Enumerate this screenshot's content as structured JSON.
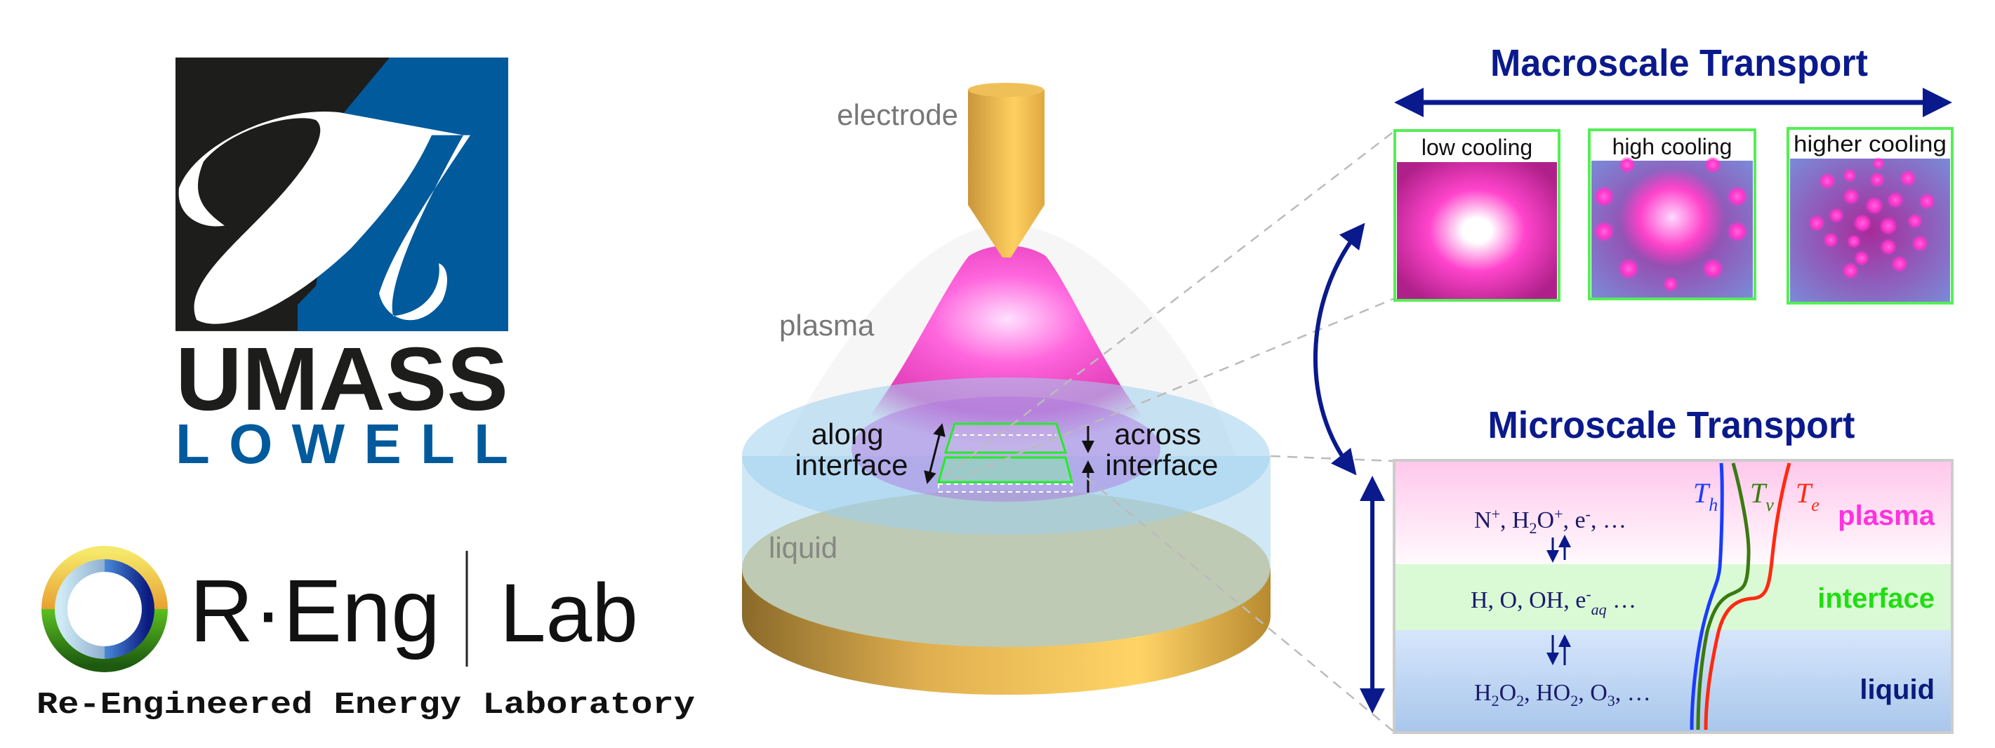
{
  "logos": {
    "umass": {
      "line1": "UMASS",
      "line2": "LOWELL",
      "black": "#1d1d1b",
      "blue": "#005a9c"
    },
    "reng": {
      "name": "R·Eng",
      "lab": "Lab",
      "subtitle": "Re-Engineered Energy Laboratory"
    }
  },
  "schematic": {
    "electrode_label": "electrode",
    "plasma_label": "plasma",
    "liquid_label": "liquid",
    "along_label": [
      "along",
      "interface"
    ],
    "across_label": [
      "across",
      "interface"
    ]
  },
  "macroscale": {
    "title": "Macroscale Transport",
    "panels": [
      {
        "label": "low cooling"
      },
      {
        "label": "high cooling"
      },
      {
        "label": "higher cooling"
      }
    ]
  },
  "microscale": {
    "title": "Microscale Transport",
    "regions": [
      {
        "label": "plasma",
        "color": "#ff33dd",
        "species": [
          [
            "N",
            ""
          ],
          [
            "+",
            "sup"
          ],
          [
            ", H",
            ""
          ],
          [
            "2",
            "sub"
          ],
          [
            "O",
            ""
          ],
          [
            "+",
            "sup"
          ],
          [
            ", e",
            ""
          ],
          [
            "-",
            "sup"
          ],
          [
            ", …",
            ""
          ]
        ]
      },
      {
        "label": "interface",
        "color": "#22dd11",
        "species": [
          [
            "H, O, OH, e",
            ""
          ],
          [
            "-",
            "sup"
          ],
          [
            "aq",
            "subi"
          ],
          [
            " …",
            ""
          ]
        ]
      },
      {
        "label": "liquid",
        "color": "#0a1a7c",
        "species": [
          [
            "H",
            ""
          ],
          [
            "2",
            "sub"
          ],
          [
            "O",
            ""
          ],
          [
            "2",
            "sub"
          ],
          [
            ", HO",
            ""
          ],
          [
            "2",
            "sub"
          ],
          [
            ", O",
            ""
          ],
          [
            "3",
            "sub"
          ],
          [
            ", …",
            ""
          ]
        ]
      }
    ],
    "temperatures": [
      {
        "symbol": "T",
        "sub": "h",
        "color": "#1a3cff"
      },
      {
        "symbol": "T",
        "sub": "v",
        "color": "#3a7a10"
      },
      {
        "symbol": "T",
        "sub": "e",
        "color": "#ff2a10"
      }
    ]
  },
  "accent": "#0a1a8c"
}
